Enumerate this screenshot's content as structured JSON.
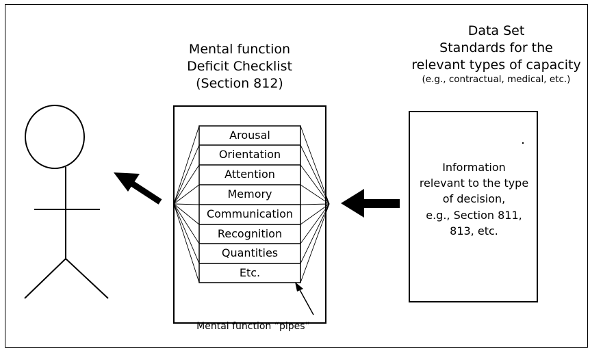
{
  "checklist": {
    "title_line1": "Mental function",
    "title_line2": "Deficit Checklist",
    "title_line3": "(Section 812)",
    "functions": [
      "Arousal",
      "Orientation",
      "Attention",
      "Memory",
      "Communication",
      "Recognition",
      "Quantities",
      "Etc."
    ]
  },
  "dataset": {
    "title_line1": "Data Set",
    "title_line2": "Standards for the",
    "title_line3": "relevant types of capacity",
    "title_line4": "(e.g., contractual, medical, etc.)",
    "info_line1": "Information",
    "info_line2": "relevant to the type",
    "info_line3": "of decision,",
    "info_line4": "e.g., Section 811,",
    "info_line5": "813, etc."
  },
  "pipes_label": "Mental function “pipes”"
}
